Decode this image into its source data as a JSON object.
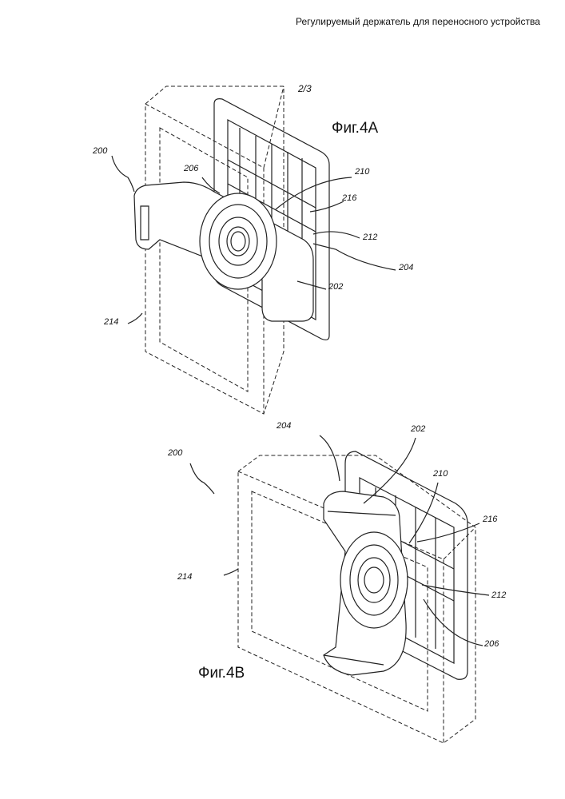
{
  "header": {
    "title": "Регулируемый  держатель для переносного устройства"
  },
  "page_number": "2/3",
  "figure_4a": {
    "caption": "Фиг.4A",
    "labels": [
      "200",
      "206",
      "210",
      "216",
      "212",
      "204",
      "202",
      "214"
    ]
  },
  "figure_4b": {
    "caption": "Фиг.4B",
    "labels": [
      "204",
      "202",
      "210",
      "200",
      "216",
      "214",
      "212",
      "206"
    ]
  }
}
